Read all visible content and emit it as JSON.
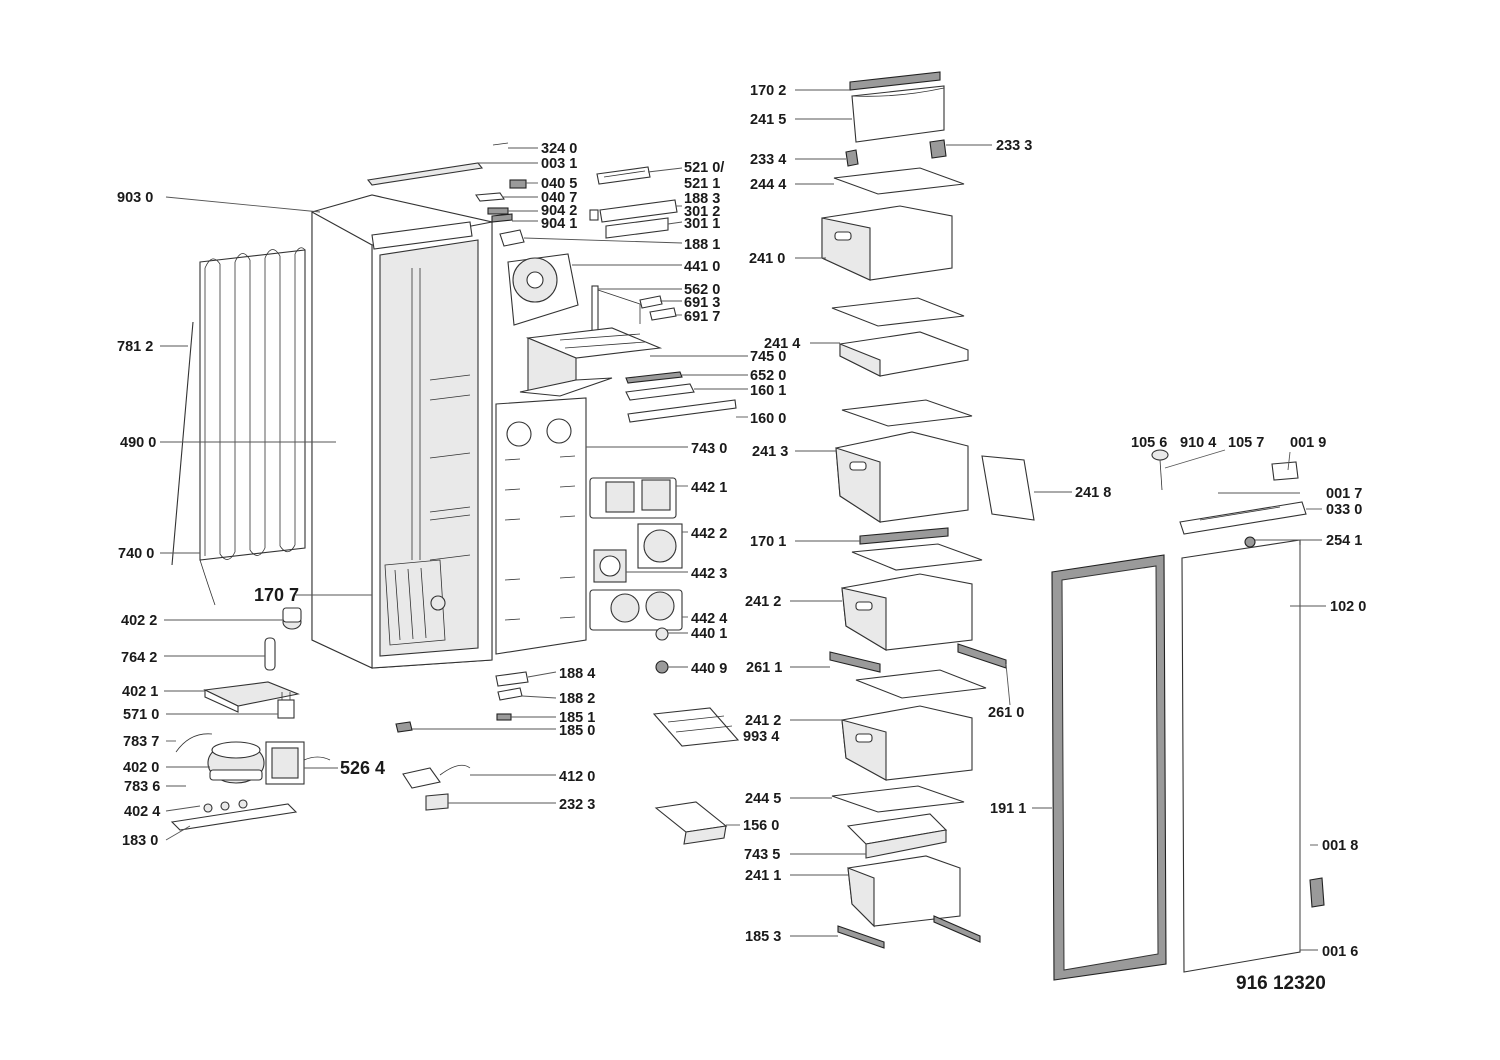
{
  "diagram_code": "916 12320",
  "labels": {
    "l1702": "170 2",
    "l2415": "241 5",
    "l2334": "233 4",
    "l2333": "233 3",
    "l2444": "244 4",
    "l2410": "241 0",
    "l2414": "241 4",
    "l2413": "241 3",
    "l2418": "241 8",
    "l1701": "170 1",
    "l2412a": "241 2",
    "l2611": "261 1",
    "l2610": "261 0",
    "l2412b": "241 2",
    "l2445": "244 5",
    "l7435": "743 5",
    "l2411": "241 1",
    "l1853": "185 3",
    "l1911": "191 1",
    "l1056": "105 6",
    "l9104": "910 4",
    "l1057": "105 7",
    "l0019": "001 9",
    "l0017": "001 7",
    "l0330": "033 0",
    "l2541": "254 1",
    "l1020": "102 0",
    "l0018": "001 8",
    "l0016": "001 6",
    "l3240": "324 0",
    "l0031": "003 1",
    "l0405": "040 5",
    "l0407": "040 7",
    "l9042": "904 2",
    "l9041": "904 1",
    "l5210": "521 0/",
    "l5211": "521 1",
    "l1883": "188 3",
    "l3012": "301 2",
    "l3011": "301 1",
    "l1881": "188 1",
    "l4410": "441 0",
    "l5620": "562 0",
    "l6913": "691 3",
    "l6917": "691 7",
    "l7450": "745 0",
    "l6520": "652 0",
    "l1601": "160 1",
    "l1600": "160 0",
    "l7430": "743 0",
    "l4421": "442 1",
    "l4422": "442 2",
    "l4423": "442 3",
    "l4424": "442 4",
    "l4401": "440 1",
    "l4409": "440 9",
    "l9934": "993 4",
    "l1560": "156 0",
    "l1884": "188 4",
    "l1882": "188 2",
    "l1851": "185 1",
    "l1850": "185 0",
    "l4120": "412 0",
    "l2323": "232 3",
    "l9030": "903 0",
    "l7812": "781 2",
    "l4900": "490 0",
    "l7400": "740 0",
    "l1707": "170 7",
    "l4022": "402 2",
    "l7642": "764 2",
    "l4021": "402 1",
    "l5710": "571 0",
    "l7837": "783 7",
    "l4020": "402 0",
    "l5264": "526 4",
    "l7836": "783 6",
    "l4024": "402 4",
    "l1830": "183 0"
  }
}
